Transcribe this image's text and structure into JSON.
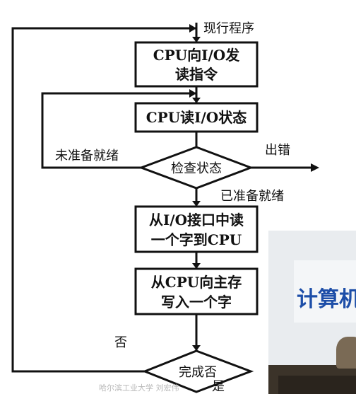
{
  "flowchart": {
    "nodes": {
      "start_label": "现行程序",
      "step1": [
        "CPU向I/O发",
        "读指令"
      ],
      "step2": "CPU读I/O状态",
      "decision1": "检查状态",
      "step3": [
        "从I/O接口中读",
        "一个字到CPU"
      ],
      "step4": [
        "从CPU向主存",
        "写入一个字"
      ],
      "decision2": "完成否"
    },
    "edges": {
      "not_ready": "未准备就绪",
      "error": "出错",
      "ready": "已准备就绪",
      "no": "否",
      "yes": "是"
    }
  },
  "watermark": "哈尔滨工业大学  刘宏伟",
  "video": {
    "screen_text": "计算机"
  }
}
